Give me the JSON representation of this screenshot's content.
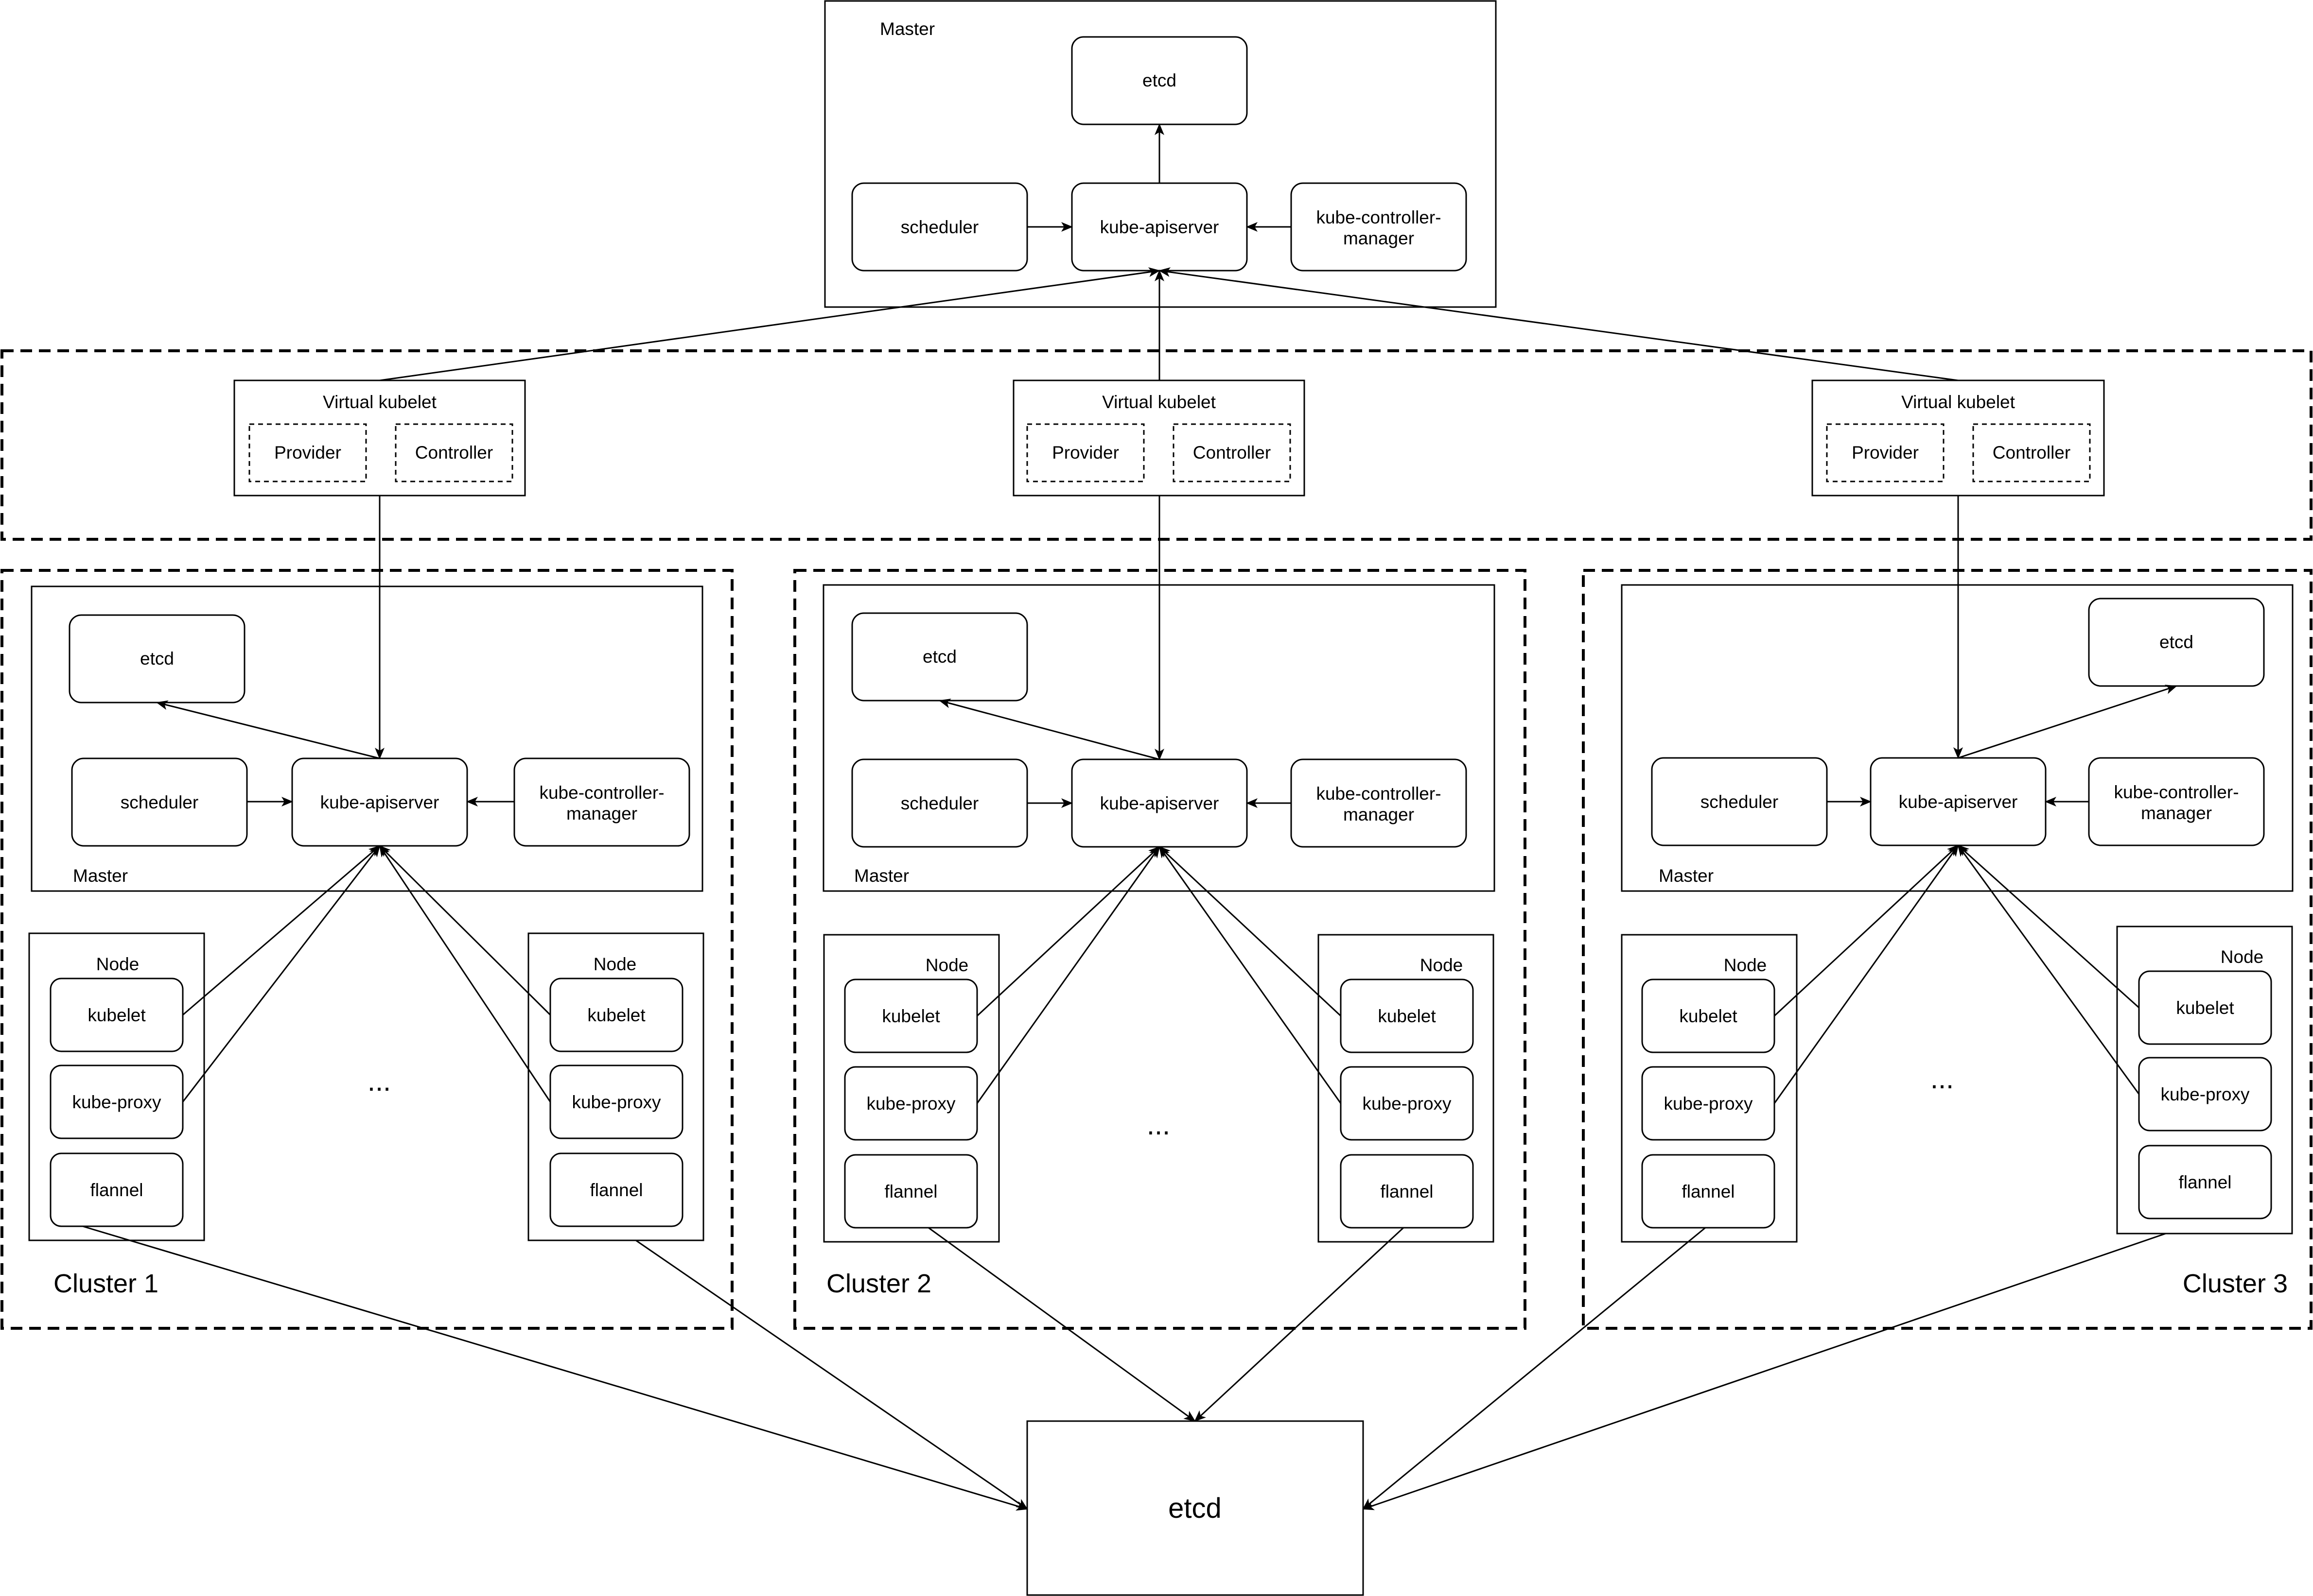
{
  "colors": {
    "stroke": "#000000",
    "background": "#ffffff"
  },
  "labels": {
    "master": "Master",
    "etcd": "etcd",
    "scheduler": "scheduler",
    "apiserver": "kube-apiserver",
    "controller_manager_line1": "kube-controller-",
    "controller_manager_line2": "manager",
    "virtual_kubelet": "Virtual kubelet",
    "provider": "Provider",
    "controller": "Controller",
    "node": "Node",
    "kubelet": "kubelet",
    "kube_proxy": "kube-proxy",
    "flannel": "flannel",
    "ellipsis": "...",
    "shared_etcd": "etcd"
  },
  "clusters": [
    {
      "name": "Cluster 1"
    },
    {
      "name": "Cluster 2"
    },
    {
      "name": "Cluster 3"
    }
  ]
}
